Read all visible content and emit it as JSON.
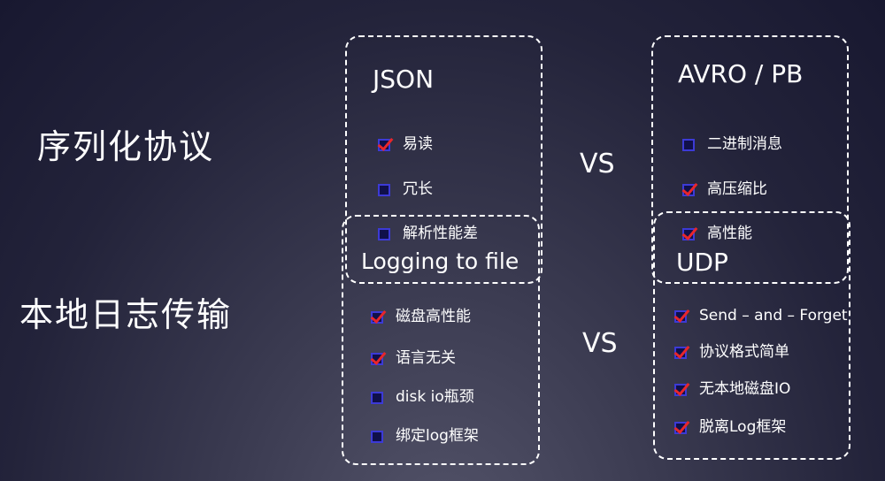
{
  "sections": {
    "serialization": {
      "title": "序列化协议",
      "vs": "VS"
    },
    "transport": {
      "title": "本地日志传输",
      "vs": "VS"
    }
  },
  "json_box": {
    "title": "JSON",
    "items": [
      {
        "label": "易读",
        "checked": true
      },
      {
        "label": "冗长",
        "checked": false
      },
      {
        "label": "解析性能差",
        "checked": false
      }
    ]
  },
  "avro_box": {
    "title": "AVRO / PB",
    "items": [
      {
        "label": "二进制消息",
        "checked": false
      },
      {
        "label": "高压缩比",
        "checked": true
      },
      {
        "label": "高性能",
        "checked": true
      }
    ]
  },
  "logging_box": {
    "title": "Logging to file",
    "items": [
      {
        "label": "磁盘高性能",
        "checked": true
      },
      {
        "label": "语言无关",
        "checked": true
      },
      {
        "label": "disk io瓶颈",
        "checked": false
      },
      {
        "label": "绑定log框架",
        "checked": false
      }
    ]
  },
  "udp_box": {
    "title": "UDP",
    "items": [
      {
        "label": "Send – and – Forget",
        "checked": true
      },
      {
        "label": "协议格式简单",
        "checked": true
      },
      {
        "label": "无本地磁盘IO",
        "checked": true
      },
      {
        "label": "脱离Log框架",
        "checked": true
      }
    ]
  },
  "colors": {
    "check_mark": "#e8262a",
    "checkbox_border": "#3c3ad6",
    "dashed_border": "#ffffff",
    "background_center": "#54546a",
    "background_edge": "#181830"
  }
}
